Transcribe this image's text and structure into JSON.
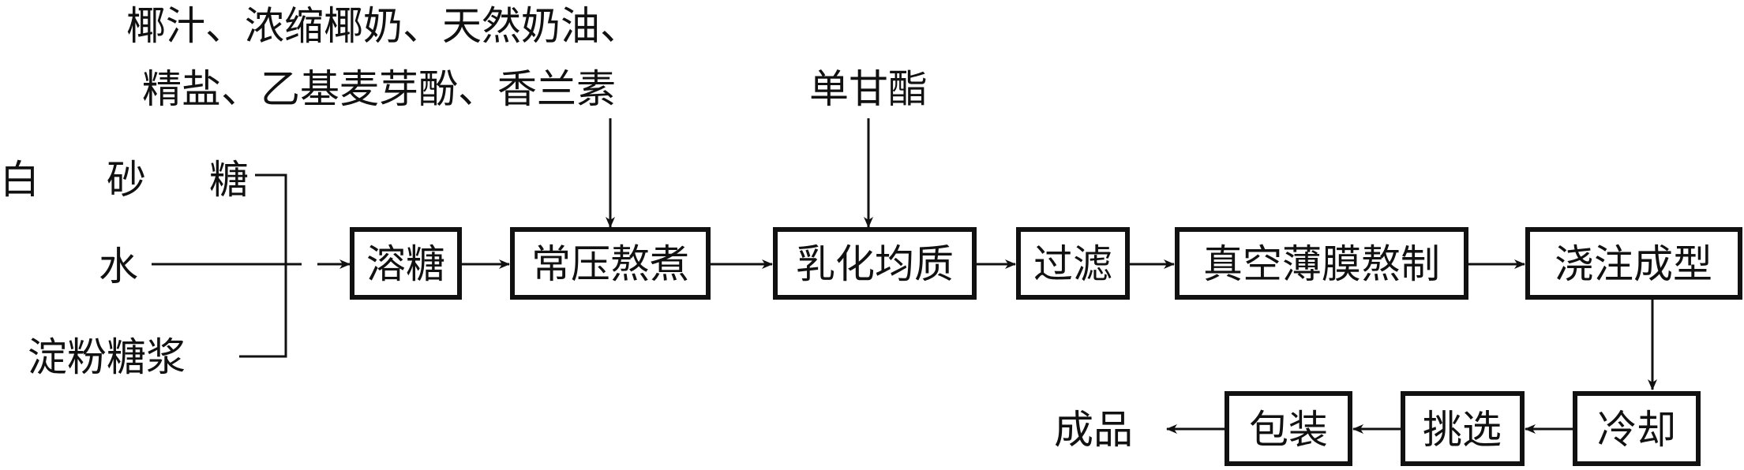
{
  "additives": {
    "group1_line1": "椰汁、浓缩椰奶、天然奶油、",
    "group1_line2": "精盐、乙基麦芽酚、香兰素",
    "group2": "单甘酯"
  },
  "inputs": {
    "sugar": [
      "白",
      "砂",
      "糖"
    ],
    "water": "水",
    "starch_syrup": "淀粉糖浆"
  },
  "steps": {
    "dissolve": "溶糖",
    "boil": "常压熬煮",
    "emulsify": "乳化均质",
    "filter": "过滤",
    "vacuum": "真空薄膜熬制",
    "pour": "浇注成型",
    "cool": "冷却",
    "pick": "挑选",
    "pack": "包装"
  },
  "output": "成品"
}
